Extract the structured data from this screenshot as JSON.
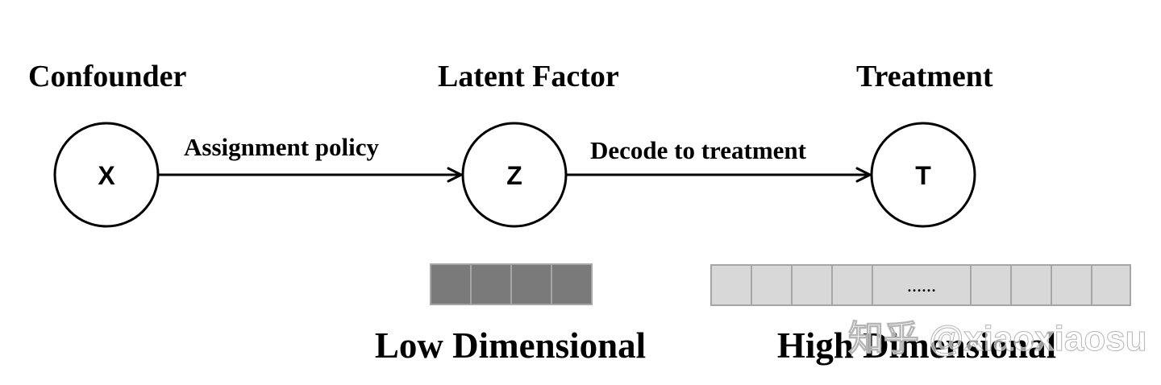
{
  "headings": {
    "confounder": "Confounder",
    "latent_factor": "Latent Factor",
    "treatment": "Treatment"
  },
  "nodes": {
    "x": "X",
    "z": "Z",
    "t": "T"
  },
  "edges": {
    "assignment": "Assignment policy",
    "decode": "Decode to treatment"
  },
  "vectors": {
    "low": {
      "label": "Low Dimensional",
      "cells": 4,
      "color": "#7a7a7a"
    },
    "high": {
      "label": "High Dimensional",
      "ellipsis": "……",
      "color": "#d8d8d8"
    }
  },
  "watermark": "知乎 @xiaoxiaosu",
  "colors": {
    "ink": "#000000",
    "border": "#a6a6a6"
  }
}
